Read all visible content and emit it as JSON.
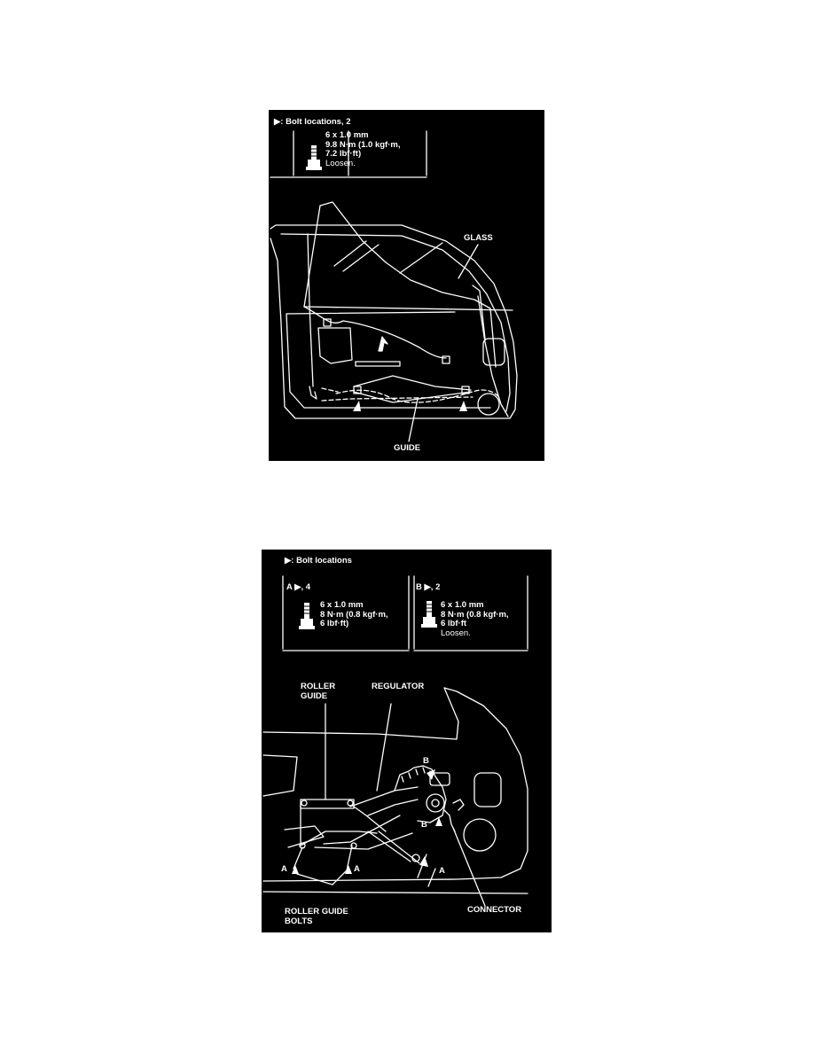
{
  "figure1": {
    "header": "▶: Bolt locations, 2",
    "spec": [
      "6 x 1.0 mm",
      "9.8 N·m (1.0 kgf·m,",
      "7.2 lbf·ft)",
      "Loosen."
    ],
    "labels": {
      "glass": "GLASS",
      "guide": "GUIDE"
    }
  },
  "figure2": {
    "header": "▶: Bolt locations",
    "spec_a": {
      "title": "A ▶, 4",
      "lines": [
        "6 x 1.0 mm",
        "8 N·m (0.8 kgf·m,",
        "6 lbf·ft)"
      ]
    },
    "spec_b": {
      "title": "B ▶, 2",
      "lines": [
        "6 x 1.0 mm",
        "8 N·m (0.8 kgf·m,",
        "6 lbf·ft",
        "Loosen."
      ]
    },
    "labels": {
      "roller_guide": [
        "ROLLER",
        "GUIDE"
      ],
      "regulator": "REGULATOR",
      "roller_guide_bolts": [
        "ROLLER GUIDE",
        "BOLTS"
      ],
      "connector": "CONNECTOR"
    },
    "markers": {
      "a": "A",
      "b": "B"
    }
  }
}
